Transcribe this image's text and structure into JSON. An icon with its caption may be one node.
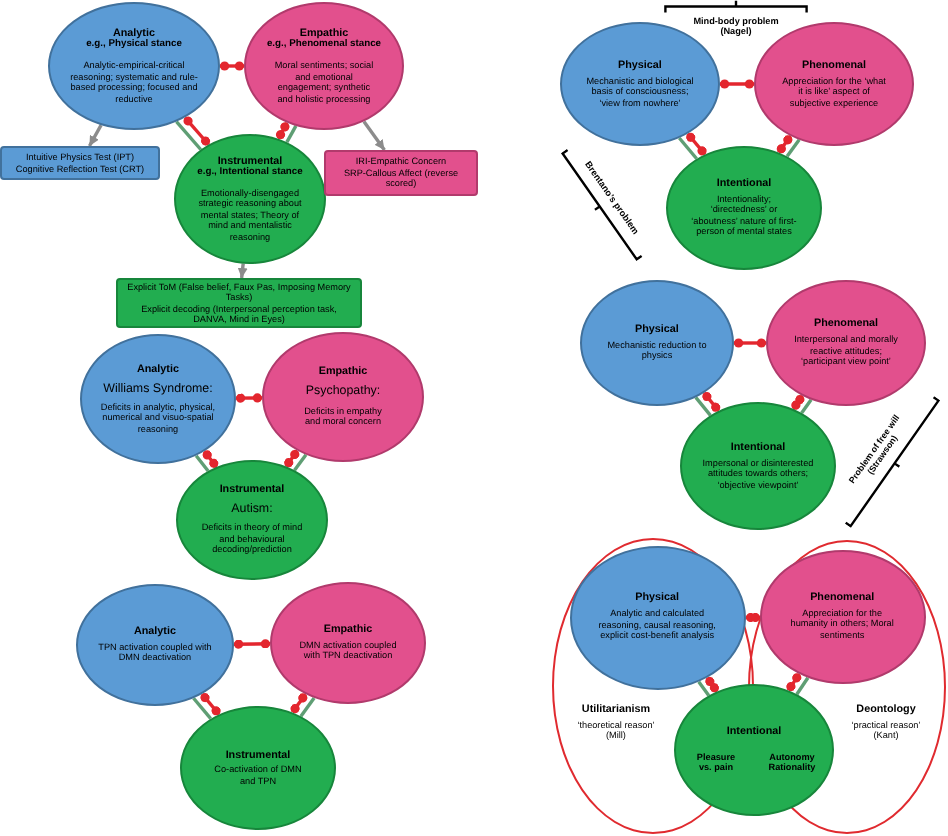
{
  "diagram": {
    "nodes": [
      {
        "text": [
          "Analytic",
          "e.g., Physical stance",
          "Analytic-empirical-critical reasoning; systematic and rule-based processing; focused and reductive"
        ]
      },
      {
        "text": [
          "Empathic",
          "e.g., Phenomenal stance",
          "Moral sentiments; social and emotional engagement; synthetic and holistic processing"
        ]
      },
      {
        "text": [
          "Intuitive Physics Test (IPT)",
          "Cognitive Reflection Test (CRT)"
        ]
      },
      {
        "text": [
          "Instrumental",
          "e.g., Intentional stance",
          "Emotionally-disengaged strategic reasoning about mental states; Theory of mind and mentalistic reasoning"
        ]
      },
      {
        "text": [
          "IRI-Empathic Concern",
          "SRP-Callous Affect (reverse scored)"
        ]
      },
      {
        "text": [
          "Explicit ToM (False belief, Faux Pas, Imposing Memory Tasks)",
          "Explicit decoding (Interpersonal perception task, DANVA, Mind in Eyes)"
        ]
      },
      {
        "text": [
          "Analytic",
          "Williams Syndrome:",
          "Deficits in analytic, physical, numerical and visuo-spatial reasoning"
        ]
      },
      {
        "text": [
          "Empathic",
          "Psychopathy:",
          "Deficits in empathy and moral concern"
        ]
      },
      {
        "text": [
          "Instrumental",
          "Autism:",
          "Deficits in theory of mind and behavioural decoding/prediction"
        ]
      },
      {
        "text": [
          "Analytic",
          "TPN activation coupled with DMN deactivation"
        ]
      },
      {
        "text": [
          "Empathic",
          "DMN activation coupled with TPN deactivation"
        ]
      },
      {
        "text": [
          "Instrumental",
          "Co-activation of DMN and TPN"
        ]
      },
      {
        "text": [
          "Physical",
          "Mechanistic and biological basis of consciousness; ‘view from nowhere’"
        ]
      },
      {
        "text": [
          "Phenomenal",
          "Appreciation for the ‘what it is like’ aspect of subjective experience"
        ]
      },
      {
        "text": [
          "Intentional",
          "Intentionality; ‘directedness’ or ‘aboutness’ nature of first-person of mental states"
        ]
      },
      {
        "text": [
          "Physical",
          "Mechanistic reduction to physics"
        ]
      },
      {
        "text": [
          "Phenomenal",
          "Interpersonal and morally reactive attitudes; ‘participant view point’"
        ]
      },
      {
        "text": [
          "Intentional",
          "Impersonal or disinterested attitudes towards others; ‘objective viewpoint’"
        ]
      },
      {
        "text": [
          "Utilitarianism",
          "‘theoretical reason’ (Mill)"
        ]
      },
      {
        "text": [
          "Deontology",
          "‘practical reason’ (Kant)"
        ]
      },
      {
        "text": [
          "Physical",
          "Analytic and calculated reasoning, causal reasoning, explicit cost-benefit analysis"
        ],
        "in": 18
      },
      {
        "text": [
          "Phenomenal",
          "Appreciation for the humanity in others; Moral sentiments"
        ],
        "in": 19
      },
      {
        "text": [
          "Intentional",
          "Pleasure vs. pain",
          "Autonomy Rationality"
        ]
      }
    ],
    "edges": [
      {
        "from": 0,
        "to": 1,
        "arrow": "other"
      },
      {
        "from": 0,
        "to": 3,
        "arrow": "other"
      },
      {
        "from": 0,
        "to": 3,
        "arrow": "none",
        "color": "#5f9e74"
      },
      {
        "from": 1,
        "to": 3,
        "arrow": "none",
        "color": "#5f9e74"
      },
      {
        "from": 1,
        "to": 3,
        "arrow": "other"
      },
      {
        "from": 0,
        "to": 2,
        "arrow": "to",
        "color": "#8c8c8c"
      },
      {
        "from": 1,
        "to": 4,
        "arrow": "to",
        "color": "#8c8c8c"
      },
      {
        "from": 3,
        "to": 5,
        "arrow": "to",
        "color": "#8c8c8c"
      },
      {
        "from": 6,
        "to": 7,
        "arrow": "other"
      },
      {
        "from": 6,
        "to": 8,
        "arrow": "other"
      },
      {
        "from": 6,
        "to": 8,
        "arrow": "none",
        "color": "#5f9e74"
      },
      {
        "from": 7,
        "to": 8,
        "arrow": "none",
        "color": "#5f9e74"
      },
      {
        "from": 7,
        "to": 8,
        "arrow": "other"
      },
      {
        "from": 9,
        "to": 10,
        "arrow": "other"
      },
      {
        "from": 9,
        "to": 11,
        "arrow": "other"
      },
      {
        "from": 9,
        "to": 11,
        "arrow": "none",
        "color": "#5f9e74"
      },
      {
        "from": 10,
        "to": 11,
        "arrow": "none",
        "color": "#5f9e74"
      },
      {
        "from": 10,
        "to": 11,
        "arrow": "other"
      },
      {
        "from": 12,
        "to": 13,
        "arrow": "other"
      },
      {
        "from": 12,
        "to": 14,
        "arrow": "other"
      },
      {
        "from": 12,
        "to": 14,
        "arrow": "none",
        "color": "#5f9e74"
      },
      {
        "from": 13,
        "to": 14,
        "arrow": "none",
        "color": "#5f9e74"
      },
      {
        "from": 13,
        "to": 14,
        "arrow": "other"
      },
      {
        "from": 15,
        "to": 16,
        "arrow": "other"
      },
      {
        "from": 15,
        "to": 17,
        "arrow": "other"
      },
      {
        "from": 15,
        "to": 17,
        "arrow": "none",
        "color": "#5f9e74"
      },
      {
        "from": 16,
        "to": 17,
        "arrow": "none",
        "color": "#5f9e74"
      },
      {
        "from": 16,
        "to": 17,
        "arrow": "other"
      },
      {
        "from": 20,
        "to": 21,
        "arrow": "other"
      },
      {
        "from": 20,
        "to": 22,
        "arrow": "other"
      },
      {
        "from": 20,
        "to": 22,
        "arrow": "none",
        "color": "#5f9e74"
      },
      {
        "from": 21,
        "to": 22,
        "arrow": "none",
        "color": "#5f9e74"
      },
      {
        "from": 21,
        "to": 22,
        "arrow": "other"
      }
    ],
    "labels": [
      "Mind-body problem (Nagel)",
      "Brentano’s problem",
      "Problem of free will (Strawson)"
    ]
  }
}
